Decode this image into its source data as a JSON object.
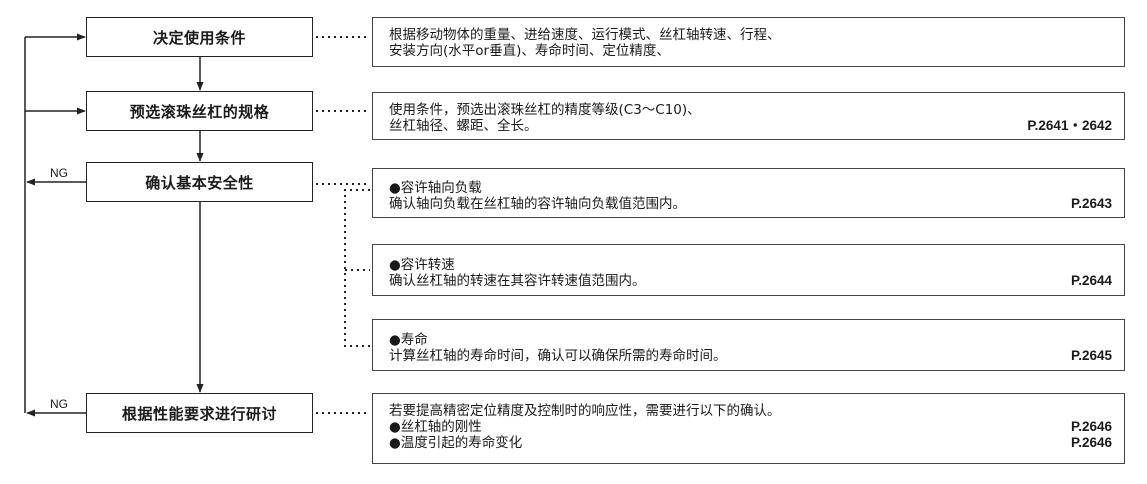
{
  "steps": [
    {
      "label": "决定使用条件"
    },
    {
      "label": "预选滚珠丝杠的规格"
    },
    {
      "label": "确认基本安全性",
      "ng": "NG"
    },
    {
      "label": "根据性能要求进行研讨",
      "ng": "NG"
    }
  ],
  "notes": {
    "conditions": {
      "line1": "根据移动物体的重量、进给速度、运行模式、丝杠轴转速、行程、",
      "line2": "安装方向(水平or垂直)、寿命时间、定位精度、"
    },
    "preselect": {
      "line1": "使用条件，预选出滚珠丝杠的精度等级(C3～C10)、",
      "line2": "丝杠轴径、螺距、全长。",
      "ref": "P.2641・2642"
    },
    "axial_load": {
      "title": "●容许轴向负载",
      "text": "确认轴向负载在丝杠轴的容许轴向负载值范围内。",
      "ref": "P.2643"
    },
    "speed": {
      "title": "●容许转速",
      "text": "确认丝杠轴的转速在其容许转速值范围内。",
      "ref": "P.2644"
    },
    "life": {
      "title": "●寿命",
      "text": "计算丝杠轴的寿命时间，确认可以确保所需的寿命时间。",
      "ref": "P.2645"
    },
    "performance": {
      "line1": "若要提高精密定位精度及控制时的响应性，需要进行以下的确认。",
      "item1": "●丝杠轴的刚性",
      "ref1": "P.2646",
      "item2": "●温度引起的寿命变化",
      "ref2": "P.2646"
    }
  }
}
